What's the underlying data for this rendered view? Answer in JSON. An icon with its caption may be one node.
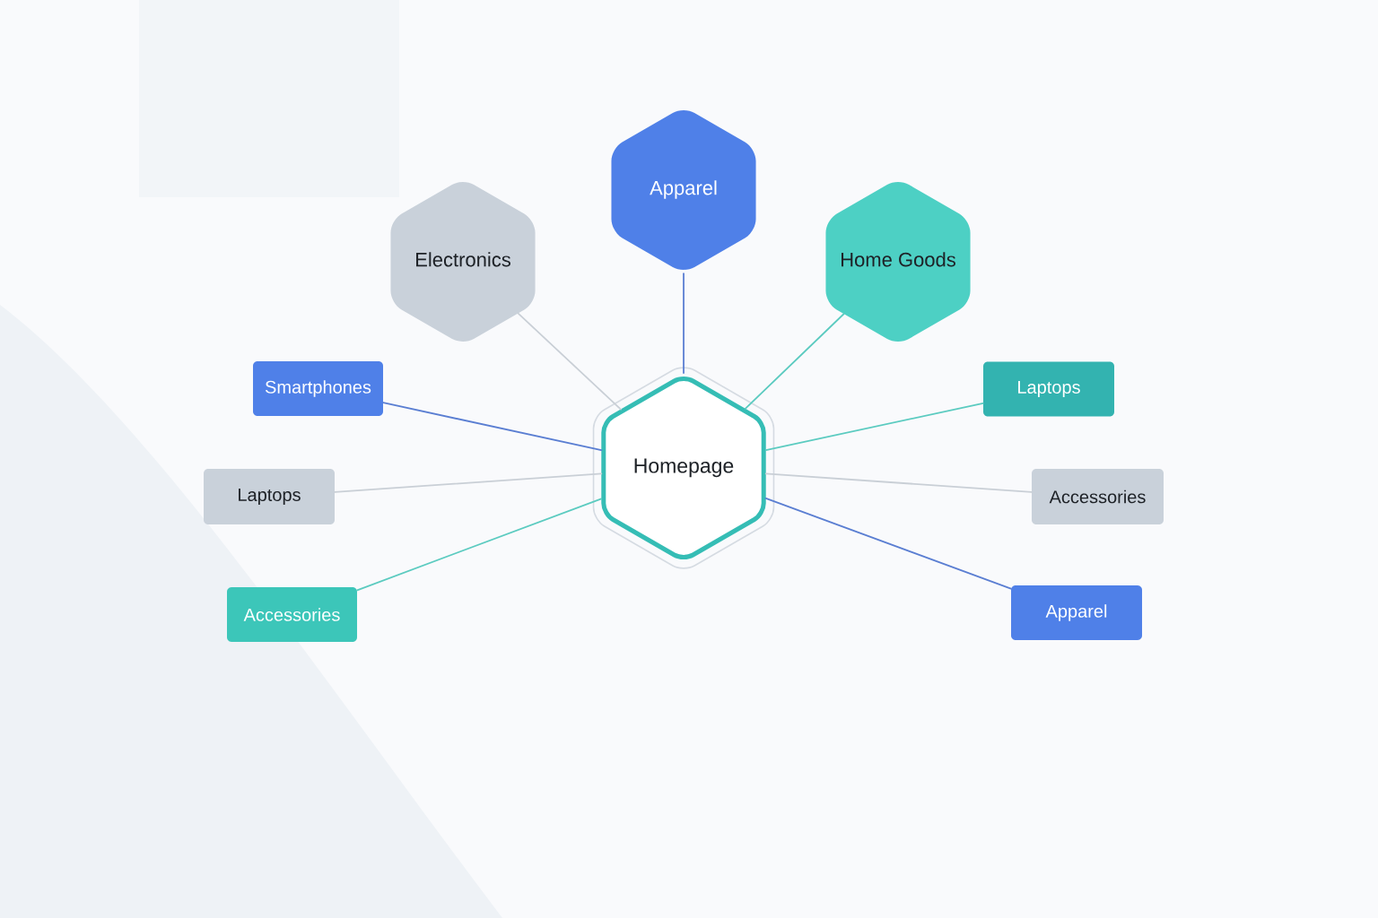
{
  "diagram": {
    "nodes": [
      {
        "text": [
          "Apparel"
        ]
      },
      {
        "text": [
          "Electronics"
        ]
      },
      {
        "text": [
          "Home Goods"
        ]
      },
      {
        "text": [
          "Smartphones"
        ]
      },
      {
        "text": [
          "Laptops"
        ]
      },
      {
        "text": [
          "Homepage"
        ]
      },
      {
        "text": [
          "Laptops"
        ]
      },
      {
        "text": [
          "Accessories"
        ]
      },
      {
        "text": [
          "Accessories"
        ]
      },
      {
        "text": [
          "Apparel"
        ]
      }
    ],
    "edges": [
      {
        "from": 5,
        "to": 0,
        "arrow": "none",
        "color": "#5a7ed2"
      },
      {
        "from": 5,
        "to": 1,
        "arrow": "none",
        "color": "#c9cfd6"
      },
      {
        "from": 5,
        "to": 2,
        "arrow": "none",
        "color": "#5bcbc0"
      },
      {
        "from": 5,
        "to": 3,
        "arrow": "none",
        "color": "#5a7ed2"
      },
      {
        "from": 5,
        "to": 4,
        "arrow": "none",
        "color": "#5bcbc0"
      },
      {
        "from": 5,
        "to": 6,
        "arrow": "none",
        "color": "#c9cfd6"
      },
      {
        "from": 5,
        "to": 7,
        "arrow": "none",
        "color": "#c9cfd6"
      },
      {
        "from": 5,
        "to": 8,
        "arrow": "none",
        "color": "#5bcbc0"
      },
      {
        "from": 5,
        "to": 9,
        "arrow": "none",
        "color": "#5a7ed2"
      }
    ]
  }
}
